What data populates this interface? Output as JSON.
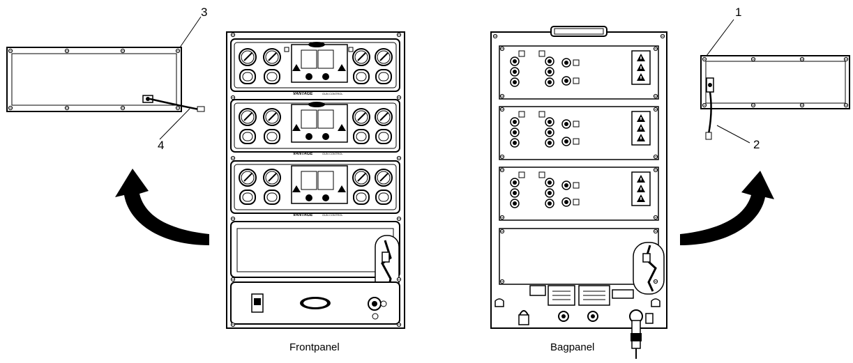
{
  "callouts": [
    "1",
    "2",
    "3",
    "4"
  ],
  "captions": {
    "front": "Frontpanel",
    "back": "Bagpanel"
  },
  "front_modules": [
    {
      "brand": "VANTAGE",
      "sub": "GUN CONTROL"
    },
    {
      "brand": "VANTAGE",
      "sub": "GUN CONTROL"
    },
    {
      "brand": "VANTAGE",
      "sub": "GUN CONTROL"
    }
  ],
  "colors": {
    "line": "#000000",
    "background": "#ffffff",
    "panel": "#f4f4f4"
  }
}
